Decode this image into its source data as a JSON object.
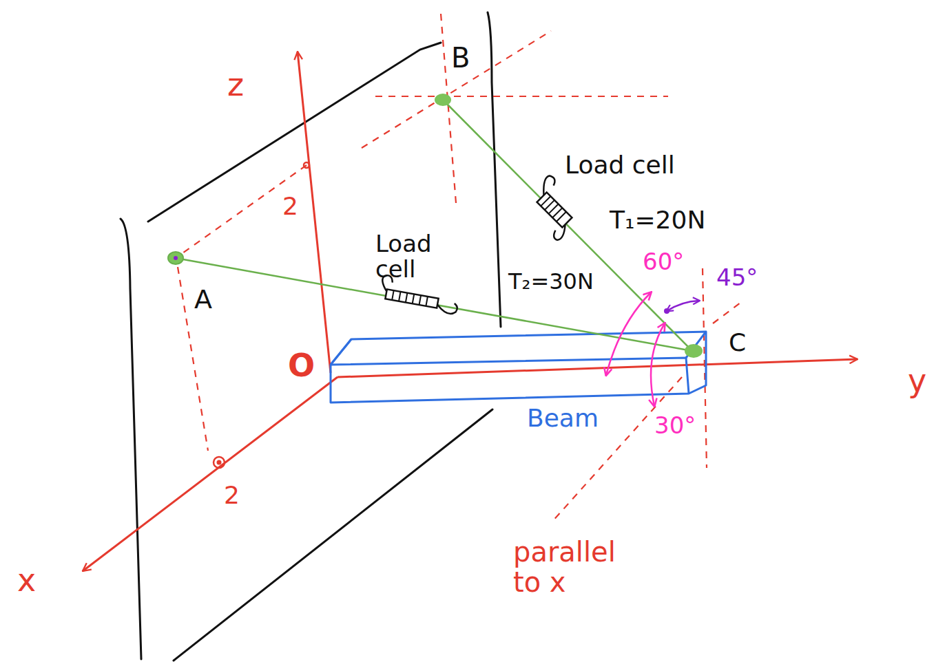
{
  "diagram": {
    "labels": [
      "z",
      "B",
      "2",
      "Load cell",
      "T₁=20N",
      "A",
      "Load cell",
      "T₂=30N",
      "60°",
      "45°",
      "O",
      "C",
      "y",
      "Beam",
      "30°",
      "2",
      "x",
      "parallel to x"
    ]
  }
}
